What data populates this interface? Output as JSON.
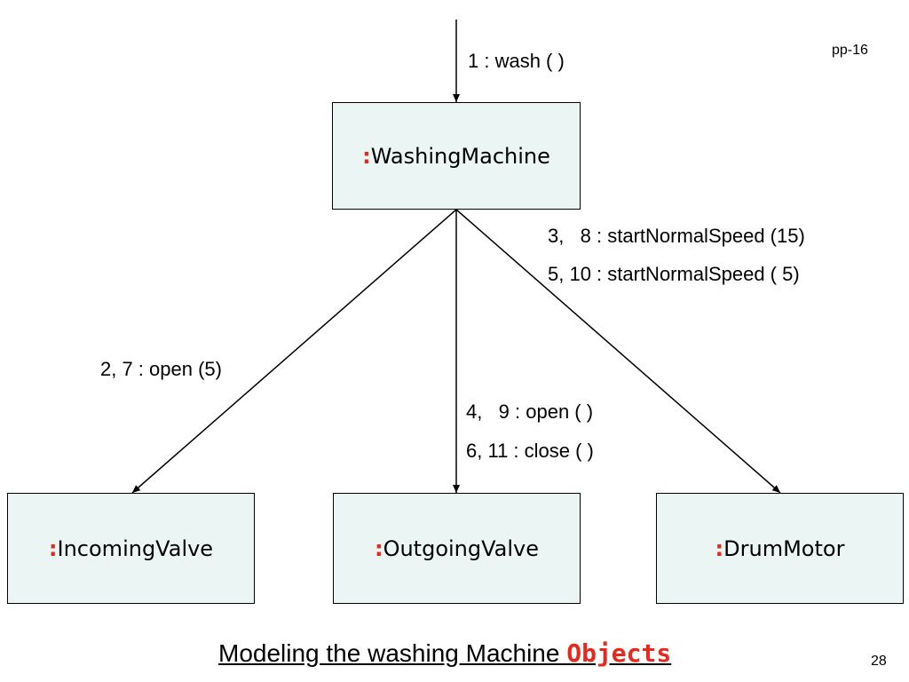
{
  "page_ref": "pp-16",
  "page_number": "28",
  "objects": {
    "colon": ":",
    "washing_machine": "WashingMachine",
    "incoming_valve": "IncomingValve",
    "outgoing_valve": "OutgoingValve",
    "drum_motor": "DrumMotor"
  },
  "messages": {
    "wash": "1 : wash ( )",
    "valve_in": "2, 7 : open (5)",
    "valve_out_open": "4,   9 : open ( )",
    "valve_out_close": "6, 11 : close ( )",
    "motor_line1": "3,   8 : startNormalSpeed (15)",
    "motor_line2": "5, 10 : startNormalSpeed ( 5)"
  },
  "footer": {
    "text": "Modeling the washing Machine ",
    "emphasis": "Objects"
  },
  "colors": {
    "box_fill": "#eaf5f4",
    "accent": "#e8271d"
  }
}
